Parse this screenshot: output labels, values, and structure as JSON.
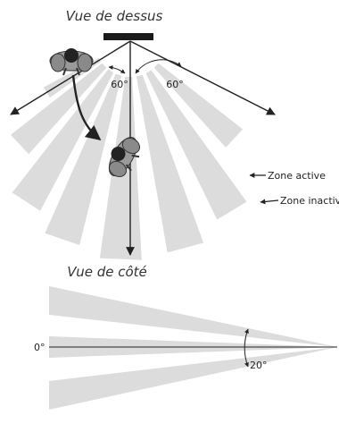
{
  "top_view": {
    "title": "Vue de dessus",
    "angle_left": "60°",
    "angle_right": "60°",
    "label_active": "Zone active",
    "label_inactive": "Zone inactive"
  },
  "side_view": {
    "title": "Vue de côté",
    "angle_zero": "0°",
    "angle_spread": "20°"
  },
  "colors": {
    "zone_fill": "#dcdcdc",
    "line": "#222222"
  }
}
